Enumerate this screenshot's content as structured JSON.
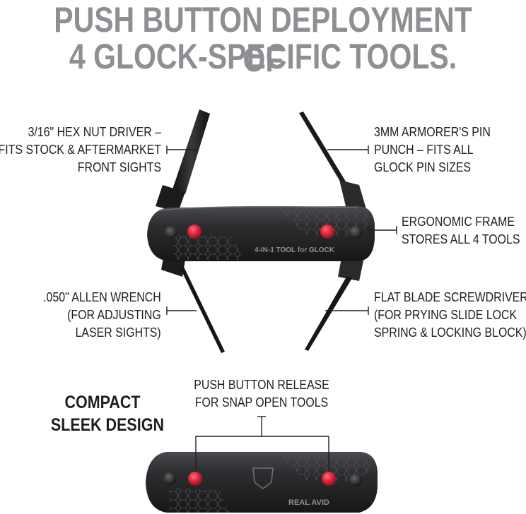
{
  "headline": {
    "line1": "PUSH BUTTON DEPLOYMENT OF",
    "line2": "4 GLOCK-SPECIFIC TOOLS."
  },
  "callouts": {
    "hex_driver": [
      "3/16\" HEX NUT DRIVER –",
      "FITS STOCK & AFTERMARKET",
      "FRONT SIGHTS"
    ],
    "pin_punch": [
      "3MM ARMORER'S PIN",
      "PUNCH – FITS ALL",
      "GLOCK PIN SIZES"
    ],
    "frame": [
      "ERGONOMIC FRAME",
      "STORES ALL 4 TOOLS"
    ],
    "allen": [
      ".050\" ALLEN WRENCH",
      "(FOR ADJUSTING",
      "LASER SIGHTS)"
    ],
    "screwdriver": [
      "FLAT BLADE SCREWDRIVER",
      "(FOR PRYING SLIDE LOCK",
      "SPRING & LOCKING BLOCK)"
    ],
    "push_button": [
      "PUSH BUTTON RELEASE",
      "FOR SNAP OPEN TOOLS"
    ]
  },
  "compact": [
    "COMPACT",
    "SLEEK DESIGN"
  ],
  "tool_engraving": "4-IN-1 TOOL for GLOCK",
  "brand_engraving": "REAL AVID",
  "colors": {
    "headline": "#8d8f93",
    "body_text": "#1e1e1e",
    "tool_body": "#2a2b2d",
    "button_red": "#e0233a"
  }
}
